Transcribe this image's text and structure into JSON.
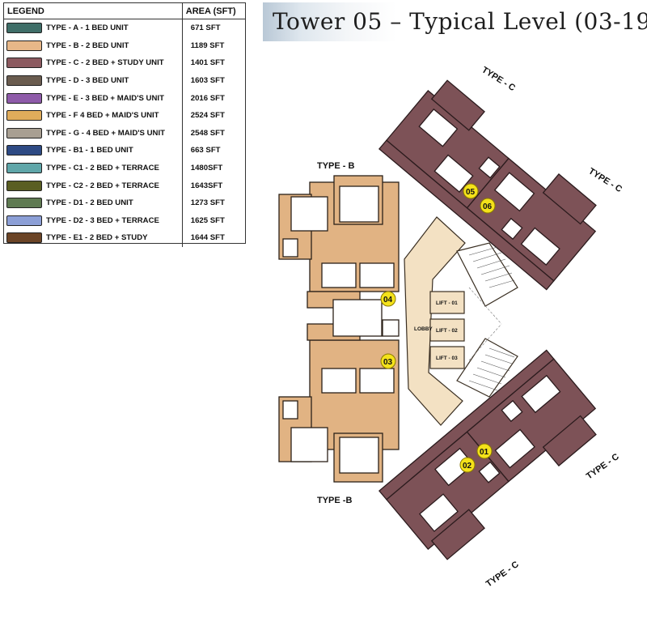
{
  "title": "Tower 05 – Typical Level (03-19)",
  "legend": {
    "header_name": "LEGEND",
    "header_area": "AREA (SFT)",
    "rows": [
      {
        "label": "TYPE - A - 1 BED UNIT",
        "area": "671 SFT",
        "color": "#3f6e68"
      },
      {
        "label": "TYPE - B - 2 BED UNIT",
        "area": "1189 SFT",
        "color": "#e7b788"
      },
      {
        "label": "TYPE - C - 2 BED + STUDY UNIT",
        "area": "1401 SFT",
        "color": "#8c5a60"
      },
      {
        "label": "TYPE - D - 3 BED UNIT",
        "area": "1603 SFT",
        "color": "#6a5c4f"
      },
      {
        "label": "TYPE - E - 3 BED + MAID'S UNIT",
        "area": "2016 SFT",
        "color": "#8e5ba9"
      },
      {
        "label": "TYPE - F  4 BED + MAID'S UNIT",
        "area": "2524 SFT",
        "color": "#e0ac5b"
      },
      {
        "label": "TYPE - G - 4 BED + MAID'S UNIT",
        "area": "2548 SFT",
        "color": "#a89f92"
      },
      {
        "label": "TYPE - B1 - 1 BED UNIT",
        "area": "663 SFT",
        "color": "#2e4a84"
      },
      {
        "label": "TYPE - C1 - 2 BED + TERRACE",
        "area": "1480SFT",
        "color": "#5fa6a9"
      },
      {
        "label": "TYPE - C2 - 2 BED + TERRACE",
        "area": "1643SFT",
        "color": "#5a5e22"
      },
      {
        "label": "TYPE - D1 - 2 BED UNIT",
        "area": "1273 SFT",
        "color": "#5f7a52"
      },
      {
        "label": "TYPE - D2 - 3 BED + TERRACE",
        "area": "1625 SFT",
        "color": "#8c9fd6"
      },
      {
        "label": "TYPE - E1 - 2 BED + STUDY",
        "area": "1644 SFT",
        "color": "#6b4426"
      }
    ]
  },
  "plan": {
    "type_labels": {
      "top_left": "TYPE - B",
      "bottom_left": "TYPE -B",
      "upper_right_1": "TYPE - C",
      "upper_right_2": "TYPE - C",
      "lower_right_1": "TYPE - C",
      "lower_right_2": "TYPE - C"
    },
    "unit_numbers": [
      "01",
      "02",
      "03",
      "04",
      "05",
      "06"
    ],
    "lobby": "LOBBY",
    "lifts": [
      "LIFT - 01",
      "LIFT - 02",
      "LIFT - 03"
    ],
    "colors": {
      "type_b": "#e1b383",
      "type_c": "#7d5257",
      "core": "#f3e1c3",
      "marker": "#f4e21a"
    }
  }
}
